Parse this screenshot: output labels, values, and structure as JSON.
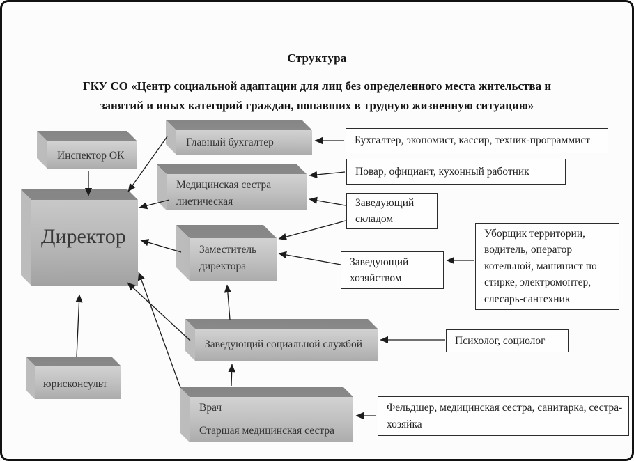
{
  "page": {
    "title": "Структура",
    "subtitle_line1": "ГКУ СО «Центр социальной адаптации для лиц без определенного места жительства и",
    "subtitle_line2": "занятий и иных категорий граждан, попавших в трудную жизненную ситуацию»"
  },
  "positions": {
    "inspector": {
      "label": "Инспектор ОК"
    },
    "chief_accountant": {
      "label": "Главный бухгалтер"
    },
    "diet_nurse": {
      "line1": "Медицинская сестра",
      "line2": "лиетическая"
    },
    "director": {
      "label": "Директор"
    },
    "deputy_director": {
      "line1": "Заместитель",
      "line2": "директора"
    },
    "social_service_head": {
      "label": "Заведующий социальной службой"
    },
    "legal_counsel": {
      "label": "юрисконсульт"
    },
    "doctor": {
      "line1": "Врач",
      "line2": "Старшая медицинская сестра"
    }
  },
  "staff_boxes": {
    "accounting": "Бухгалтер, экономист, кассир, техник-программист",
    "kitchen": "Повар, официант, кухонный работник",
    "warehouse": {
      "line1": "Заведующий",
      "line2": "складом"
    },
    "maintenance": [
      "Уборщик территории,",
      "водитель, оператор",
      "котельной, машинист по",
      "стирке, электромонтер,",
      "слесарь-сантехник"
    ],
    "household": {
      "line1": "Заведующий",
      "line2": "хозяйством"
    },
    "social": "Психолог, социолог",
    "medical": {
      "line1": "Фельдшер, медицинская сестра, санитарка, сестра-",
      "line2": "хозяйка"
    }
  },
  "connections": [
    {
      "from": "Инспектор ОК",
      "to": "Директор"
    },
    {
      "from": "Главный бухгалтер",
      "to": "Директор"
    },
    {
      "from": "Медицинская сестра лиетическая",
      "to": "Директор"
    },
    {
      "from": "Заместитель директора",
      "to": "Директор"
    },
    {
      "from": "Заведующий социальной службой",
      "to": "Директор"
    },
    {
      "from": "Врач",
      "to": "Директор"
    },
    {
      "from": "юрисконсульт",
      "to": "Директор"
    },
    {
      "from": "Бухгалтер, экономист, кассир, техник-программист",
      "to": "Главный бухгалтер"
    },
    {
      "from": "Повар, официант, кухонный работник",
      "to": "Медицинская сестра лиетическая"
    },
    {
      "from": "Заведующий складом",
      "to": "Медицинская сестра лиетическая"
    },
    {
      "from": "Заведующий складом",
      "to": "Заместитель директора"
    },
    {
      "from": "Заведующий хозяйством",
      "to": "Заместитель директора"
    },
    {
      "from": "Уборщик территории, водитель, оператор котельной, машинист по стирке, электромонтер, слесарь-сантехник",
      "to": "Заведующий хозяйством"
    },
    {
      "from": "Психолог, социолог",
      "to": "Заведующий социальной службой"
    },
    {
      "from": "Заведующий социальной службой",
      "to": "Заместитель директора"
    },
    {
      "from": "Врач",
      "to": "Заведующий социальной службой"
    },
    {
      "from": "Фельдшер, медицинская сестра, санитарка, сестра-хозяйка",
      "to": "Врач"
    }
  ]
}
